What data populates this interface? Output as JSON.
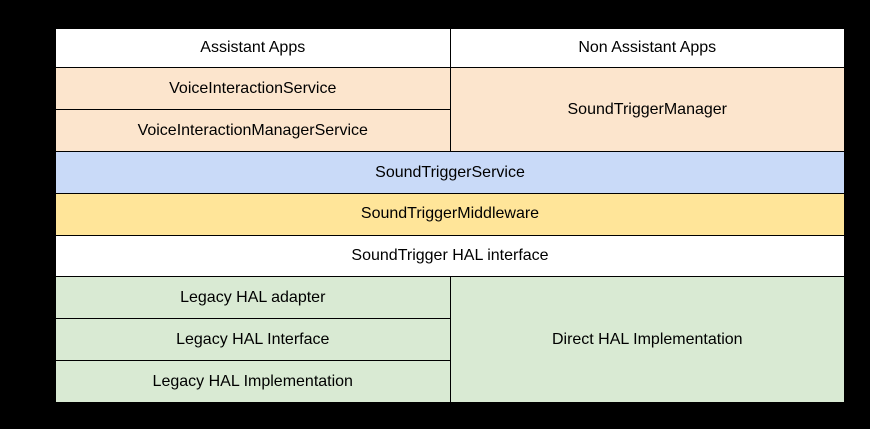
{
  "page": {
    "background": "#000000"
  },
  "colors": {
    "white": "#ffffff",
    "orange": "#fce5cd",
    "blue": "#c9daf8",
    "yellow": "#ffe599",
    "green": "#d9ead3",
    "border": "#000000",
    "text": "#000000"
  },
  "boxes": {
    "assistant_apps": "Assistant Apps",
    "non_assistant_apps": "Non Assistant Apps",
    "voice_interaction_service": "VoiceInteractionService",
    "voice_interaction_manager_service": "VoiceInteractionManagerService",
    "sound_trigger_manager": "SoundTriggerManager",
    "sound_trigger_service": "SoundTriggerService",
    "sound_trigger_middleware": "SoundTriggerMiddleware",
    "sound_trigger_hal_interface": "SoundTrigger HAL interface",
    "legacy_hal_adapter": "Legacy HAL adapter",
    "legacy_hal_interface": "Legacy HAL Interface",
    "legacy_hal_implementation": "Legacy HAL Implementation",
    "direct_hal_implementation": "Direct HAL Implementation"
  }
}
